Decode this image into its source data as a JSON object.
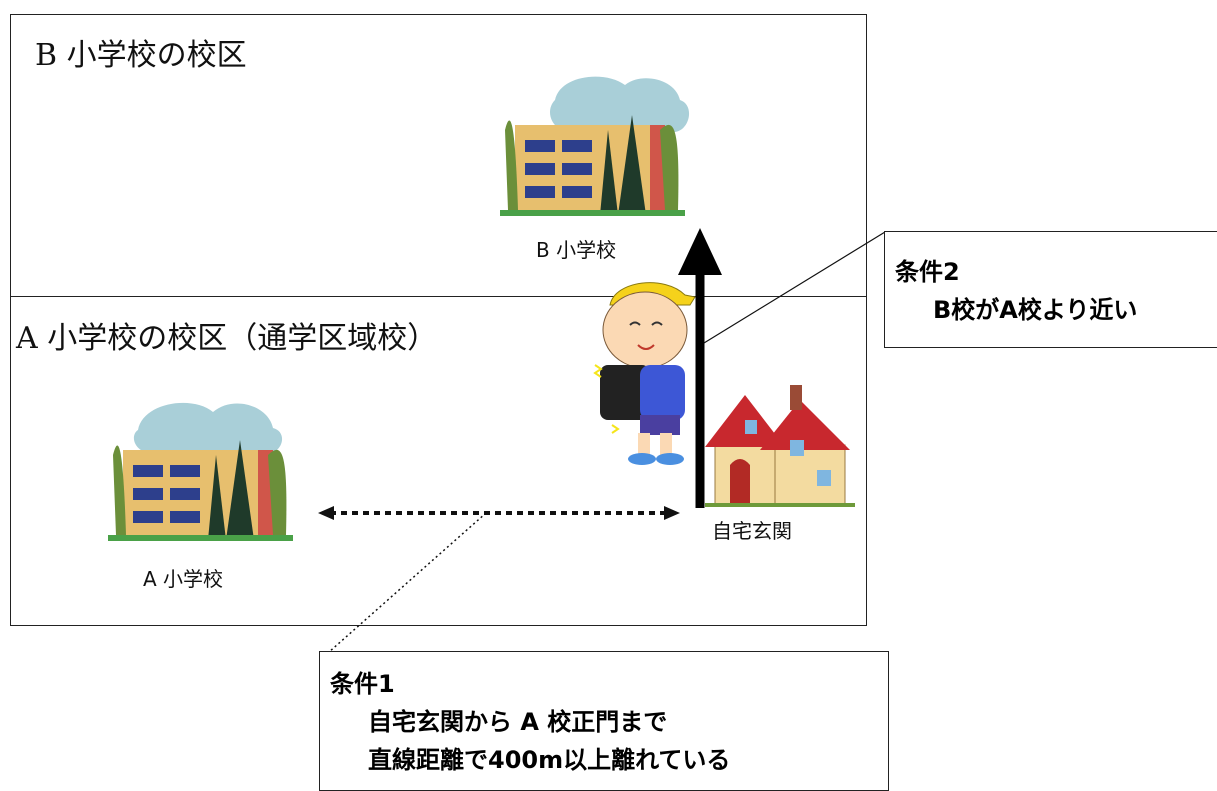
{
  "zones": {
    "b": {
      "title": "B 小学校の校区"
    },
    "a": {
      "title": "A 小学校の校区（通学区域校）"
    }
  },
  "places": {
    "school_b": {
      "label": "B 小学校",
      "icon": "school-building-icon"
    },
    "school_a": {
      "label": "A 小学校",
      "icon": "school-building-icon"
    },
    "home": {
      "label": "自宅玄関",
      "icon": "house-icon"
    },
    "student": {
      "icon": "student-with-backpack-icon"
    }
  },
  "conditions": {
    "c1": {
      "title": "条件1",
      "line1": "自宅玄関から A 校正門まで",
      "line2": "直線距離で400m以上離れている"
    },
    "c2": {
      "title": "条件2",
      "line1": "B校がA校より近い"
    }
  },
  "colors": {
    "line": "#111111",
    "sky": "#a9cfd8",
    "building": "#e7bf6e",
    "building_side": "#d0564a",
    "window": "#2d3f8c",
    "tree": "#1f3a2a",
    "grass": "#4aa148",
    "roof": "#c8282e",
    "house_wall": "#f3dba0",
    "cap": "#f5d21b",
    "backpack": "#222222",
    "shirt": "#3d57d6"
  }
}
